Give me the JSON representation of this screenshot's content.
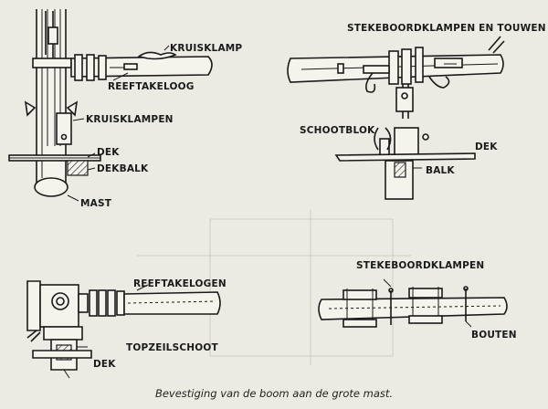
{
  "labels": {
    "kruisklamp": "KRUISKLAMP",
    "reeftakeloog": "REEFTAKELOOG",
    "kruisklampen": "KRUISKLAMPEN",
    "dek_tl": "DEK",
    "dekbalk": "DEKBALK",
    "mast": "MAST",
    "stekeboord_touwen": "STEKEBOORDKLAMPEN EN TOUWEN",
    "schootblok": "SCHOOTBLOK",
    "dek_tr": "DEK",
    "balk": "BALK",
    "reeftakelogen": "REEFTAKELOGEN",
    "topzeilschoot": "TOPZEILSCHOOT",
    "dek_bl": "DEK",
    "stekeboordklampen": "STEKEBOORDKLAMPEN",
    "bouten": "BOUTEN"
  },
  "caption": "Bevestiging van de boom aan de grote mast."
}
